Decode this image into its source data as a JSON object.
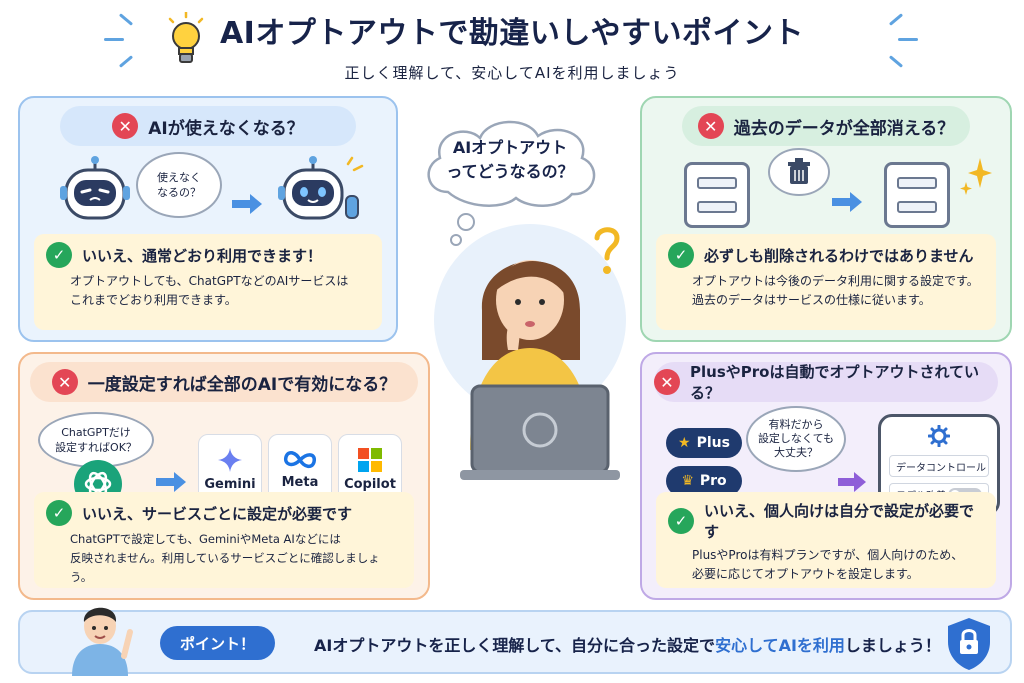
{
  "header": {
    "title": "AIオプトアウトで勘違いしやすいポイント",
    "subtitle": "正しく理解して、安心してAIを利用しましょう"
  },
  "center": {
    "question": "AIオプトアウト\nってどうなるの？",
    "question_line1": "AIオプトアウト",
    "question_line2": "ってどうなるの？"
  },
  "cards": {
    "robot": {
      "myth": "AIが使えなくなる？",
      "bubble_line1": "使えなく",
      "bubble_line2": "なるの？",
      "answer_title": "いいえ、通常どおり利用できます！",
      "answer_line1": "オプトアウトしても、ChatGPTなどのAIサービスは",
      "answer_line2": "これまでどおり利用できます。"
    },
    "data": {
      "myth": "過去のデータが全部消える？",
      "answer_title": "必ずしも削除されるわけではありません",
      "answer_line1": "オプトアウトは今後のデータ利用に関する設定です。",
      "answer_line2": "過去のデータはサービスの仕様に従います。"
    },
    "services": {
      "myth": "一度設定すれば全部のAIで有効になる？",
      "bubble_line1": "ChatGPTだけ",
      "bubble_line2": "設定すればOK？",
      "logos": [
        "Gemini",
        "Meta",
        "Copilot"
      ],
      "answer_title": "いいえ、サービスごとに設定が必要です",
      "answer_line1": "ChatGPTで設定しても、GeminiやMeta AIなどには",
      "answer_line2": "反映されません。利用しているサービスごとに確認しましょう。"
    },
    "plans": {
      "myth": "PlusやProは自動でオプトアウトされている？",
      "plan_plus": "Plus",
      "plan_pro": "Pro",
      "bubble_line1": "有料だから",
      "bubble_line2": "設定しなくても",
      "bubble_line3": "大丈夫？",
      "phone_row1": "データコントロール",
      "phone_row2": "モデル改善",
      "toggle_label": "OFF",
      "answer_title": "いいえ、個人向けは自分で設定が必要です",
      "answer_line1": "PlusやProは有料プランですが、個人向けのため、",
      "answer_line2": "必要に応じてオプトアウトを設定します。"
    }
  },
  "footer": {
    "badge": "ポイント！",
    "text_before": "AIオプトアウトを正しく理解して、自分に合った設定で",
    "text_highlight": "安心してAIを利用",
    "text_after": "しましょう！"
  },
  "colors": {
    "blue_accent": "#4a90e2",
    "wrong_red": "#e34655",
    "right_green": "#26a65b",
    "navy_text": "#17234a"
  }
}
